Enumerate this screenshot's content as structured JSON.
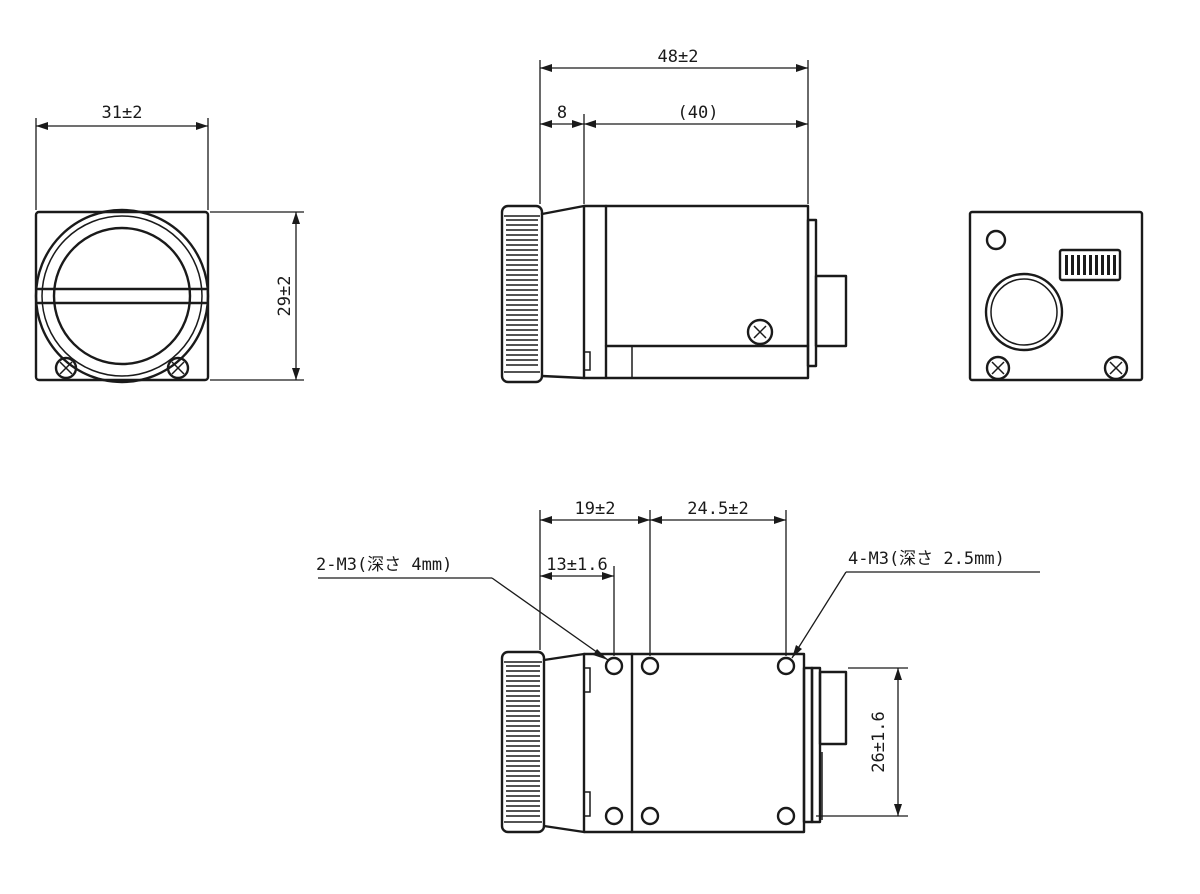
{
  "front_view": {
    "width_dim": "31±2",
    "height_dim": "29±2"
  },
  "side_view": {
    "total_length_dim": "48±2",
    "lens_ring_dim": "8",
    "body_length_dim": "(40)"
  },
  "bottom_view": {
    "hole_offset_dim": "19±2",
    "hole_pitch_dim": "24.5±2",
    "near_hole_dim": "13±1.6",
    "height_dim": "26±1.6",
    "callout_2m3": "2-M3(深さ 4mm)",
    "callout_4m3": "4-M3(深さ 2.5mm)"
  }
}
